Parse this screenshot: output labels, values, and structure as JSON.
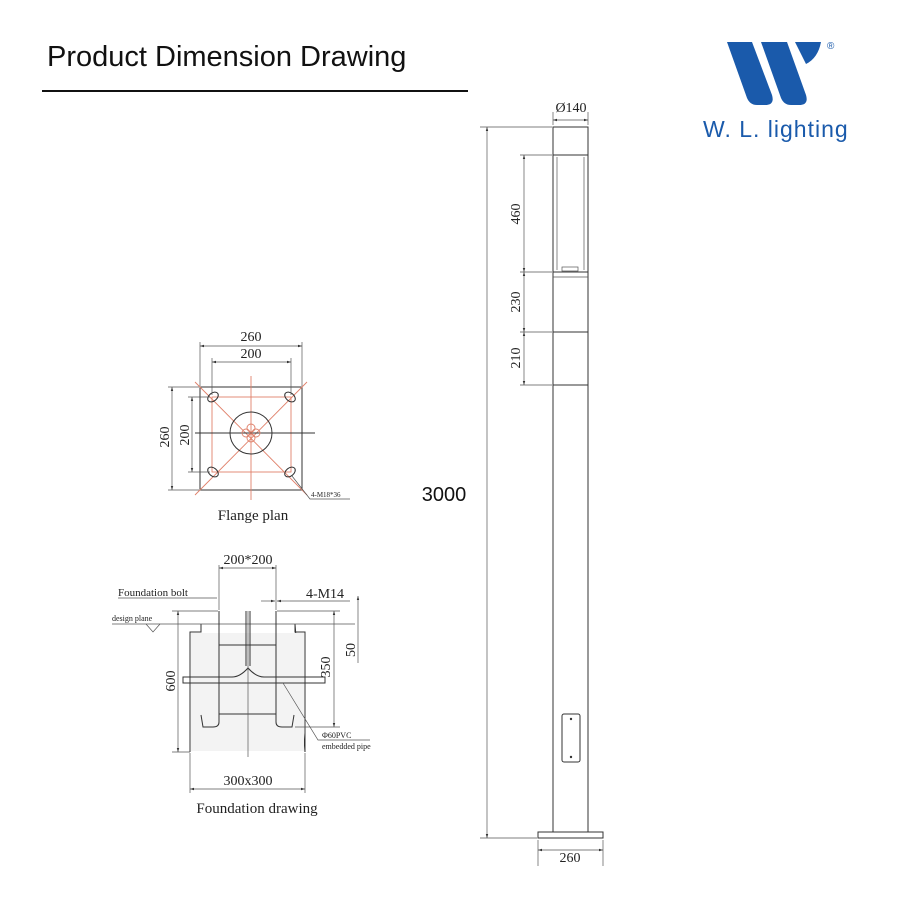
{
  "header": {
    "title": "Product Dimension Drawing"
  },
  "logo": {
    "text": "W. L. lighting",
    "mark": "W",
    "registered": "®",
    "color": "#1a5aab"
  },
  "pole": {
    "diameter": "Ø140",
    "total_height": "3000",
    "light_section": "460",
    "section_2": "230",
    "section_3": "210",
    "base_width": "260"
  },
  "flange": {
    "caption": "Flange plan",
    "outer_width": "260",
    "inner_width": "200",
    "outer_height": "260",
    "inner_height": "200",
    "bolt_note": "4-M18*36"
  },
  "foundation": {
    "caption": "Foundation drawing",
    "bolt_spacing": "200*200",
    "bolt_label": "Foundation bolt",
    "bolt_spec": "4-M14",
    "design_plane": "design plane",
    "depth": "600",
    "bolt_depth": "350",
    "protrusion": "50",
    "base_size": "300x300",
    "pipe_spec": "Φ60PVC",
    "pipe_label": "embedded pipe"
  }
}
